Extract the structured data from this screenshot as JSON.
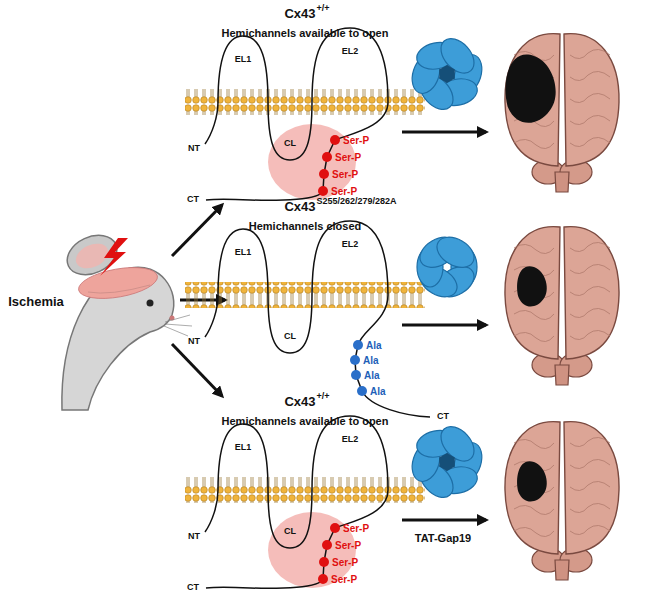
{
  "diagram": {
    "labels": [
      "Ischemia",
      "Cx43",
      "+/+",
      "Hemichannels available to open",
      "EL1",
      "EL2",
      "NT",
      "CL",
      "Ser-P",
      "Ser-P",
      "Ser-P",
      "Ser-P",
      "CT",
      "Cx43",
      "S255/262/279/282A",
      "Hemichannels closed",
      "EL1",
      "EL2",
      "NT",
      "CL",
      "Ala",
      "Ala",
      "Ala",
      "Ala",
      "CT",
      "Cx43",
      "+/+",
      "Hemichannels available to open",
      "EL1",
      "EL2",
      "NT",
      "CL",
      "Ser-P",
      "Ser-P",
      "Ser-P",
      "Ser-P",
      "CT",
      "TAT-Gap19"
    ]
  }
}
